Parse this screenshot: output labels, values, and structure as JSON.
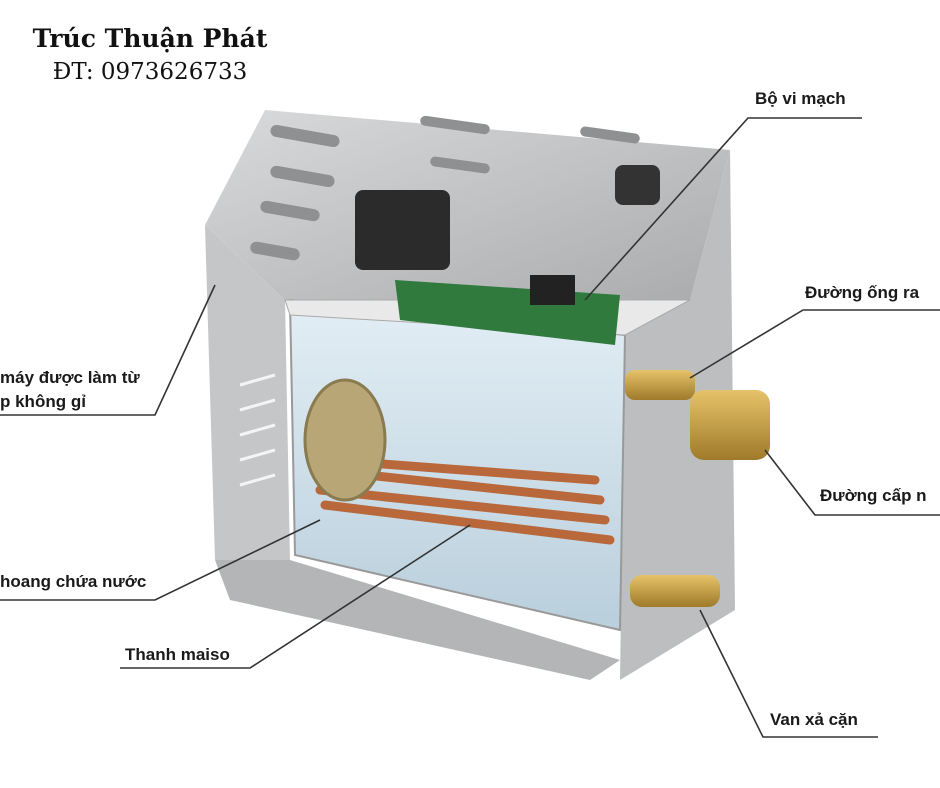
{
  "brand": {
    "name": "Trúc Thuận Phát",
    "phone": "ĐT: 0973626733"
  },
  "labels": {
    "circuit_board": "Bộ vi mạch",
    "steam_outlet": "Đường ống ra",
    "water_inlet": "Đường cấp n",
    "drain_valve": "Van xả cặn",
    "heating_element": "Thanh maiso",
    "water_tank": "hoang chứa nước",
    "body_line1": "máy được làm từ",
    "body_line2": "p không gỉ"
  },
  "colors": {
    "steel": "#c9cbcd",
    "copper": "#b8683a",
    "brass": "#c9a24a",
    "pcb": "#2f7a3c",
    "water": "#cfe2ee"
  }
}
